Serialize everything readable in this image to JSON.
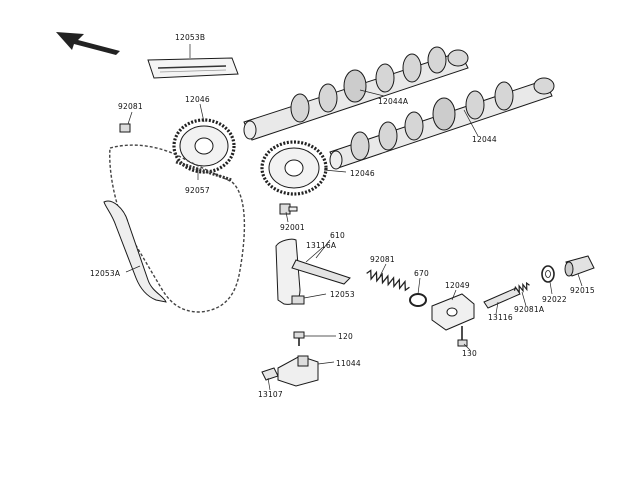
{
  "diagram": {
    "labels": {
      "p12053B": "12053B",
      "p92081_top": "92081",
      "p12046_top": "12046",
      "p12044A": "12044A",
      "p12044": "12044",
      "p92057": "92057",
      "p12046_mid": "12046",
      "p92001": "92001",
      "p12053A": "12053A",
      "p610": "610",
      "p13116A": "13116A",
      "p92081_mid": "92081",
      "p670": "670",
      "p12049": "12049",
      "p12053": "12053",
      "p13116": "13116",
      "p92081A": "92081A",
      "p92022": "92022",
      "p92015": "92015",
      "p120": "120",
      "p130": "130",
      "p11044": "11044",
      "p13107": "13107"
    }
  }
}
